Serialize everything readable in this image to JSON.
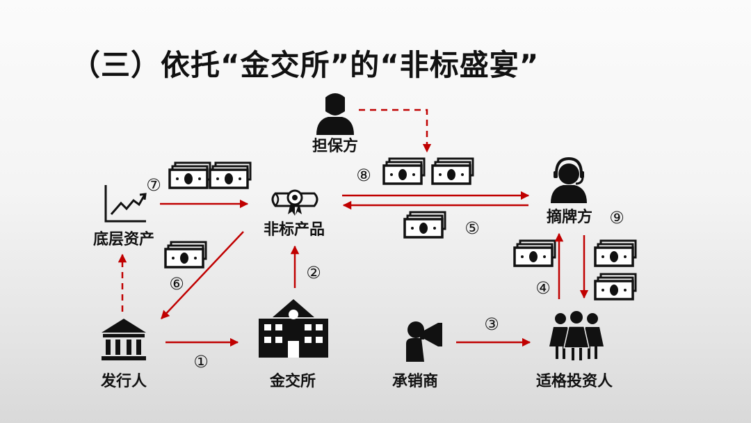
{
  "title": "（三）依托“金交所”的“非标盛宴”",
  "nodes": {
    "guarantor": "担保方",
    "underlying": "底层资产",
    "product": "非标产品",
    "lister": "摘牌方",
    "issuer": "发行人",
    "exchange": "金交所",
    "underwriter": "承销商",
    "investors": "适格投资人"
  },
  "steps": {
    "s1": "①",
    "s2": "②",
    "s3": "③",
    "s4": "④",
    "s5": "⑤",
    "s6": "⑥",
    "s7": "⑦",
    "s8": "⑧",
    "s9": "⑨"
  },
  "colors": {
    "arrow": "#c00000",
    "icon": "#111111"
  },
  "icons": [
    "person-icon",
    "headset-person-icon",
    "growth-chart-icon",
    "certificate-icon",
    "bank-icon",
    "school-building-icon",
    "megaphone-person-icon",
    "group-women-icon",
    "cash-icon"
  ]
}
